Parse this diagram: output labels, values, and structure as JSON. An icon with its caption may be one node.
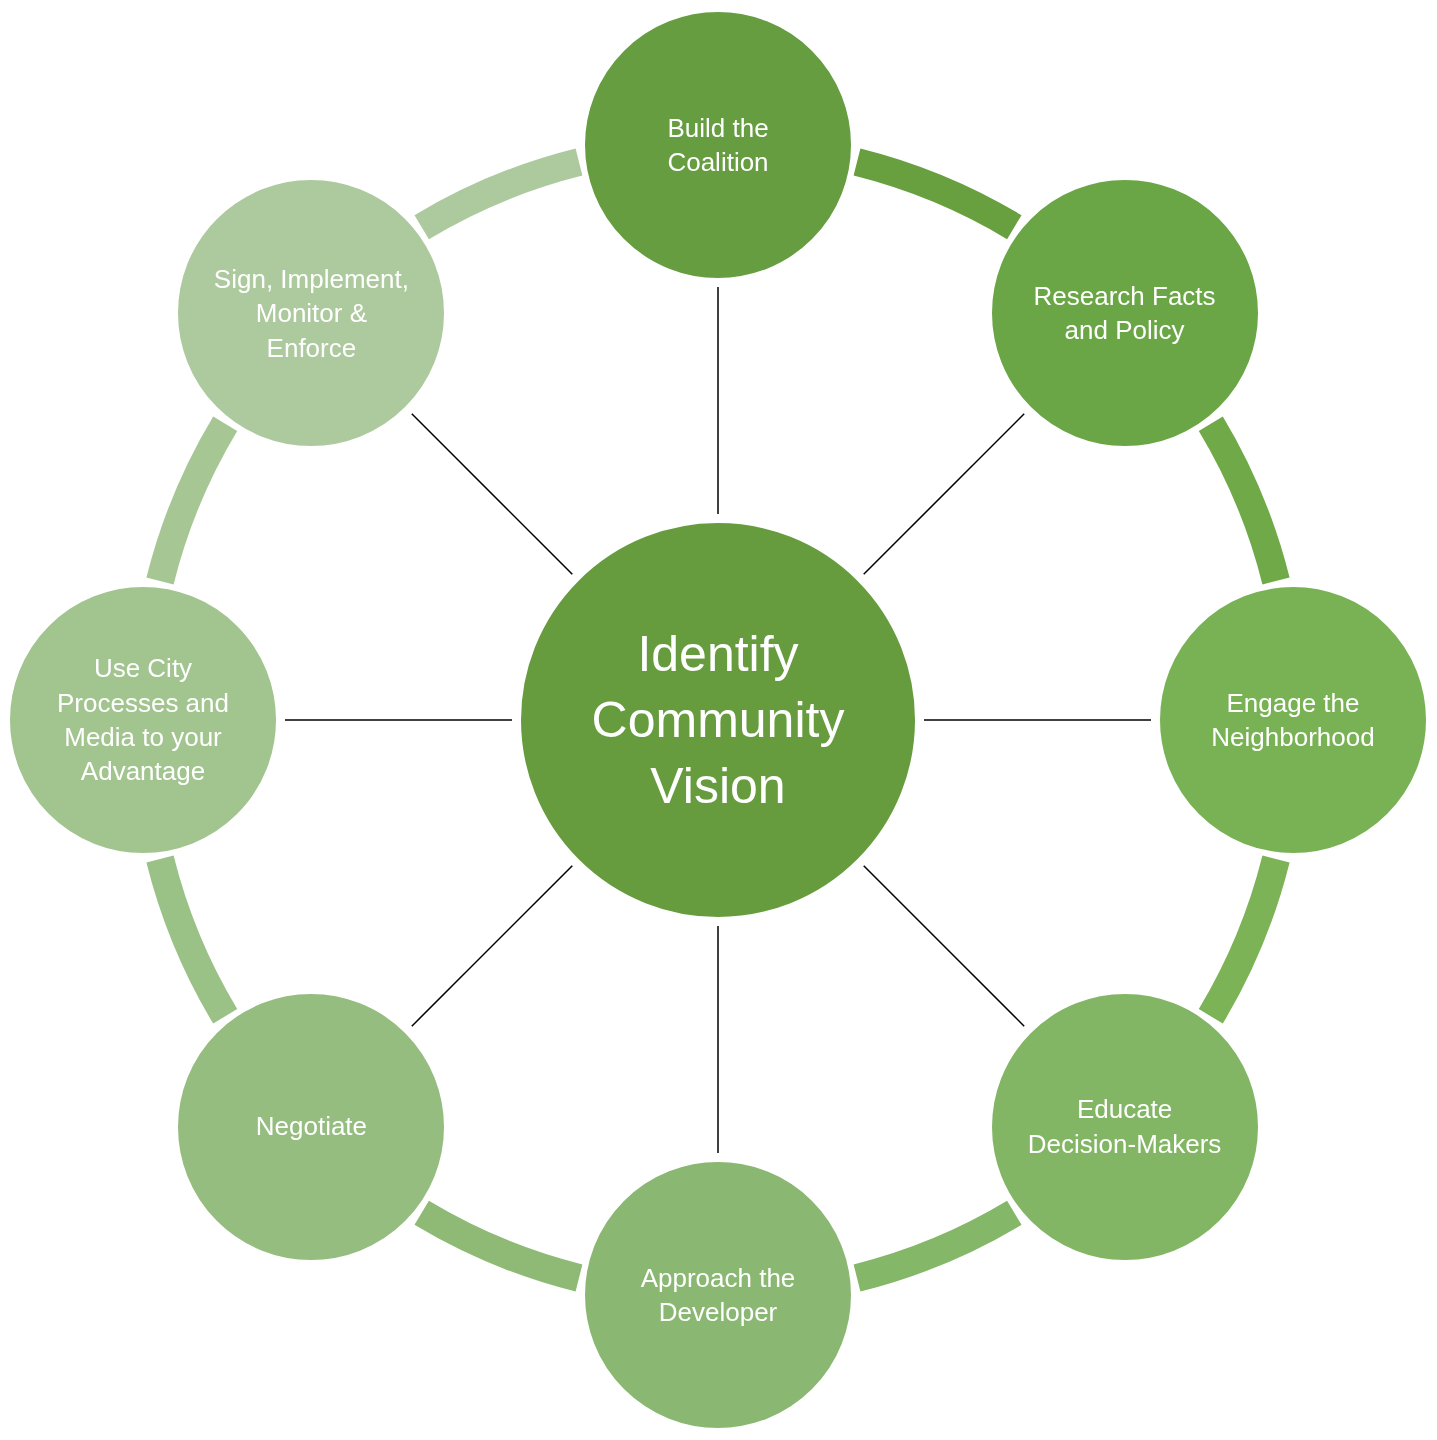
{
  "diagram": {
    "nodes": [
      {
        "text": [
          "Identify Community Vision"
        ]
      },
      {
        "text": [
          "Build the Coalition"
        ]
      },
      {
        "text": [
          "Research Facts and Policy"
        ]
      },
      {
        "text": [
          "Engage the Neighborhood"
        ]
      },
      {
        "text": [
          "Educate Decision-Makers"
        ]
      },
      {
        "text": [
          "Approach the Developer"
        ]
      },
      {
        "text": [
          "Negotiate"
        ]
      },
      {
        "text": [
          "Use City Processes and Media to your Advantage"
        ]
      },
      {
        "text": [
          "Sign, Implement, Monitor & Enforce"
        ]
      }
    ],
    "edges": [
      {
        "from": 0,
        "to": 1,
        "arrow": "none"
      },
      {
        "from": 0,
        "to": 2,
        "arrow": "none"
      },
      {
        "from": 0,
        "to": 3,
        "arrow": "none"
      },
      {
        "from": 0,
        "to": 4,
        "arrow": "none"
      },
      {
        "from": 0,
        "to": 5,
        "arrow": "none"
      },
      {
        "from": 0,
        "to": 6,
        "arrow": "none"
      },
      {
        "from": 0,
        "to": 7,
        "arrow": "none"
      },
      {
        "from": 0,
        "to": 8,
        "arrow": "none"
      },
      {
        "from": 1,
        "to": 2,
        "arrow": "none",
        "style": "thick",
        "color": "#689f3f"
      },
      {
        "from": 2,
        "to": 3,
        "arrow": "none",
        "style": "thick",
        "color": "#70aa48"
      },
      {
        "from": 3,
        "to": 4,
        "arrow": "none",
        "style": "thick",
        "color": "#7cb356"
      },
      {
        "from": 4,
        "to": 5,
        "arrow": "none",
        "style": "thick",
        "color": "#85b769"
      },
      {
        "from": 5,
        "to": 6,
        "arrow": "none",
        "style": "thick",
        "color": "#8eba76"
      },
      {
        "from": 6,
        "to": 7,
        "arrow": "none",
        "style": "thick",
        "color": "#9ac186"
      },
      {
        "from": 7,
        "to": 8,
        "arrow": "none",
        "style": "thick",
        "color": "#a6c694"
      },
      {
        "from": 8,
        "to": 1,
        "arrow": "none",
        "style": "thick",
        "color": "#adca9f"
      }
    ]
  }
}
